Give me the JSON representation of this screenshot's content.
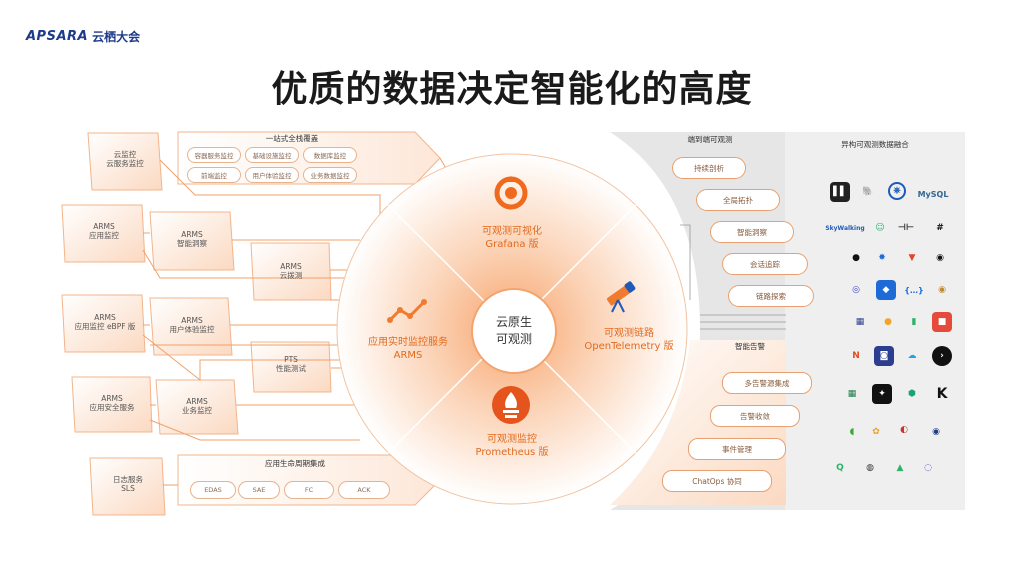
{
  "header": {
    "logo_mark": "APSARA",
    "logo_text": "云栖大会"
  },
  "title": "优质的数据决定智能化的高度",
  "center": {
    "line1": "云原生",
    "line2": "可观测"
  },
  "quadrants": {
    "top": {
      "line1": "可观测可视化",
      "line2": "Grafana 版",
      "icon": "grafana-icon"
    },
    "right": {
      "line1": "可观测链路",
      "line2": "OpenTelemetry 版",
      "icon": "telescope-icon"
    },
    "bottom": {
      "line1": "可观测监控",
      "line2": "Prometheus 版",
      "icon": "prometheus-icon"
    },
    "left": {
      "line1": "应用实时监控服务",
      "line2": "ARMS",
      "icon": "trend-line-icon"
    }
  },
  "left_panel": {
    "storage_title": "一站式全栈覆盖",
    "storage_pills": [
      "容器服务监控",
      "基础设施监控",
      "数据库监控",
      "前端监控",
      "用户体验监控",
      "业务数据监控"
    ],
    "boxes": [
      {
        "line1": "云监控",
        "line2": "云服务监控"
      },
      {
        "line1": "ARMS",
        "line2": "应用监控"
      },
      {
        "line1": "ARMS",
        "line2": "智能洞察"
      },
      {
        "line1": "ARMS",
        "line2": "云拨测"
      },
      {
        "line1": "ARMS",
        "line2": "应用监控 eBPF 版"
      },
      {
        "line1": "ARMS",
        "line2": "用户体验监控"
      },
      {
        "line1": "PTS",
        "line2": "性能测试"
      },
      {
        "line1": "ARMS",
        "line2": "应用安全服务"
      },
      {
        "line1": "ARMS",
        "line2": "业务监控"
      },
      {
        "line1": "日志服务",
        "line2": "SLS"
      }
    ],
    "lifecycle_title": "应用生命周期集成",
    "lifecycle_pills": [
      "EDAS",
      "SAE",
      "FC",
      "ACK"
    ]
  },
  "right_panel": {
    "collect_title": "端到端可观测",
    "collect_pills": [
      "持续剖析",
      "全局拓扑",
      "智能洞察",
      "会话追踪",
      "链路探索"
    ],
    "alert_title": "智能告警",
    "alert_pills": [
      "多告警源集成",
      "告警收敛",
      "事件管理",
      "ChatOps 协同"
    ],
    "sources_title": "异构可观测数据融合"
  },
  "colors": {
    "accent": "#f07a2e",
    "accent_light": "#fbd9c1",
    "brand": "#1e3a8a"
  }
}
